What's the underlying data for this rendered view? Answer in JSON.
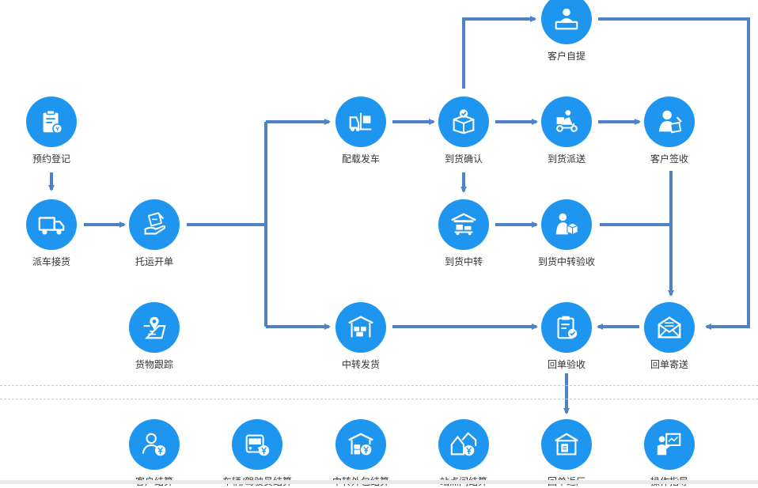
{
  "colors": {
    "accent": "#1e96f0",
    "connector": "#4f81c4",
    "label": "#333333",
    "divider": "#c8c8c8"
  },
  "flow": {
    "nodes": [
      {
        "id": "booking-registration",
        "label": "预约登记",
        "icon": "clipboard-icon"
      },
      {
        "id": "dispatch-pickup",
        "label": "派车接货",
        "icon": "truck-icon"
      },
      {
        "id": "consignment-note",
        "label": "托运开单",
        "icon": "hand-sign-icon"
      },
      {
        "id": "cargo-tracking",
        "label": "货物跟踪",
        "icon": "map-pin-icon"
      },
      {
        "id": "loading-departure",
        "label": "配载发车",
        "icon": "forklift-icon"
      },
      {
        "id": "transfer-shipping",
        "label": "中转发货",
        "icon": "warehouse-icon"
      },
      {
        "id": "arrival-confirm",
        "label": "到货确认",
        "icon": "box-check-icon"
      },
      {
        "id": "customer-pickup",
        "label": "客户自提",
        "icon": "customer-pickup-icon"
      },
      {
        "id": "delivery",
        "label": "到货派送",
        "icon": "scooter-icon"
      },
      {
        "id": "customer-signoff",
        "label": "客户签收",
        "icon": "person-sign-icon"
      },
      {
        "id": "arrival-transfer",
        "label": "到货中转",
        "icon": "warehouse-cart-icon"
      },
      {
        "id": "transfer-acceptance",
        "label": "到货中转验收",
        "icon": "person-box-icon"
      },
      {
        "id": "receipt-acceptance",
        "label": "回单验收",
        "icon": "clipboard-check-icon"
      },
      {
        "id": "receipt-mailing",
        "label": "回单寄送",
        "icon": "envelope-icon"
      }
    ]
  },
  "settlement": {
    "nodes": [
      {
        "id": "customer-settlement",
        "label": "客户结算",
        "icon": "person-yen-icon"
      },
      {
        "id": "vehicle-driver-settlement",
        "label": "车辆/驾驶员结算",
        "icon": "bus-yen-icon"
      },
      {
        "id": "transfer-outsource-settlement",
        "label": "中转外包结算",
        "icon": "warehouse-yen-icon"
      },
      {
        "id": "station-settlement",
        "label": "站点间结算",
        "icon": "houses-yen-icon"
      },
      {
        "id": "receipt-return",
        "label": "回单返厂",
        "icon": "factory-icon"
      },
      {
        "id": "operation-guide",
        "label": "操作指导",
        "icon": "presenter-icon"
      }
    ]
  }
}
